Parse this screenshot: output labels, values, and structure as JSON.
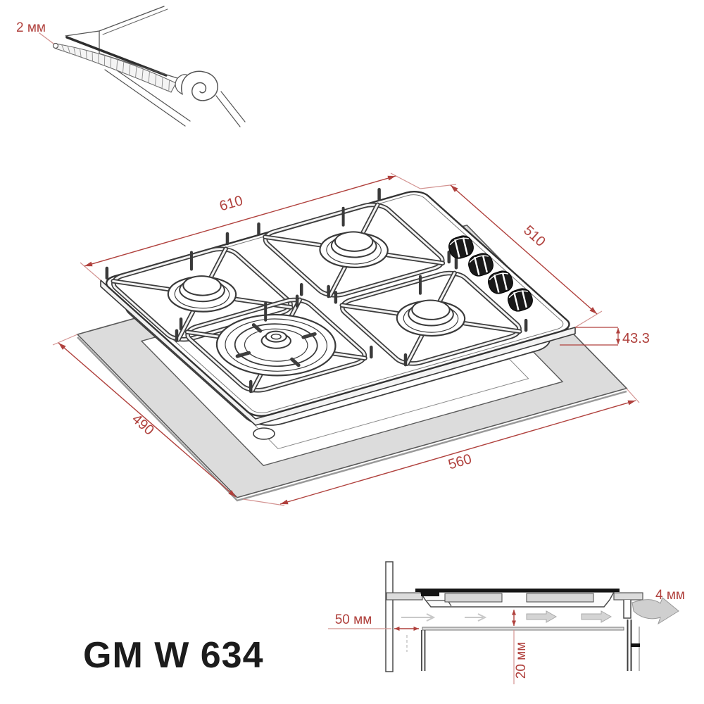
{
  "model_label": "GM W 634",
  "colors": {
    "dimension_red": "#b0413d",
    "line_dark": "#3a3a3a",
    "countertop_gray": "#dcdcdc",
    "model_text": "#1c1c1c"
  },
  "top_view": {
    "edge_thickness_label": "2 мм",
    "hob_width_label": "610",
    "hob_depth_label": "510",
    "hob_height_label": "43.3",
    "cutout_depth_label": "490",
    "cutout_width_label": "560"
  },
  "installation_view": {
    "side_clearance_label": "50 мм",
    "under_clearance_label": "20 мм",
    "rear_gap_label": "4 мм"
  }
}
